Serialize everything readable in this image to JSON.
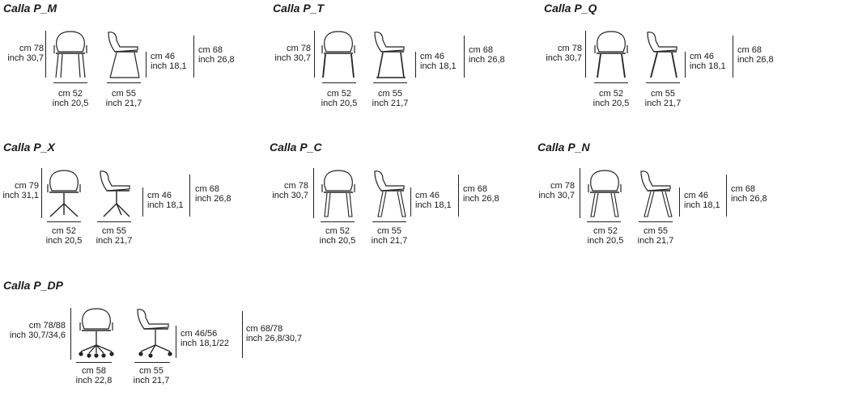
{
  "products": [
    {
      "name": "Calla P_M",
      "height": [
        "cm 78",
        "inch 30,7"
      ],
      "seat": [
        "cm 46",
        "inch 18,1"
      ],
      "arm": [
        "cm 68",
        "inch 26,8"
      ],
      "width": [
        "cm 52",
        "inch 20,5"
      ],
      "depth": [
        "cm 55",
        "inch 21,7"
      ],
      "base": "sled"
    },
    {
      "name": "Calla P_T",
      "height": [
        "cm 78",
        "inch 30,7"
      ],
      "seat": [
        "cm 46",
        "inch 18,1"
      ],
      "arm": [
        "cm 68",
        "inch 26,8"
      ],
      "width": [
        "cm 52",
        "inch 20,5"
      ],
      "depth": [
        "cm 55",
        "inch 21,7"
      ],
      "base": "sled"
    },
    {
      "name": "Calla P_Q",
      "height": [
        "cm 78",
        "inch 30,7"
      ],
      "seat": [
        "cm 46",
        "inch 18,1"
      ],
      "arm": [
        "cm 68",
        "inch 26,8"
      ],
      "width": [
        "cm 52",
        "inch 20,5"
      ],
      "depth": [
        "cm 55",
        "inch 21,7"
      ],
      "base": "legs"
    },
    {
      "name": "Calla P_X",
      "height": [
        "cm 79",
        "inch 31,1"
      ],
      "seat": [
        "cm 46",
        "inch 18,1"
      ],
      "arm": [
        "cm 68",
        "inch 26,8"
      ],
      "width": [
        "cm 52",
        "inch 20,5"
      ],
      "depth": [
        "cm 55",
        "inch 21,7"
      ],
      "base": "star"
    },
    {
      "name": "Calla P_C",
      "height": [
        "cm 78",
        "inch 30,7"
      ],
      "seat": [
        "cm 46",
        "inch 18,1"
      ],
      "arm": [
        "cm 68",
        "inch 26,8"
      ],
      "width": [
        "cm 52",
        "inch 20,5"
      ],
      "depth": [
        "cm 55",
        "inch 21,7"
      ],
      "base": "wood"
    },
    {
      "name": "Calla P_N",
      "height": [
        "cm 78",
        "inch 30,7"
      ],
      "seat": [
        "cm 46",
        "inch 18,1"
      ],
      "arm": [
        "cm 68",
        "inch 26,8"
      ],
      "width": [
        "cm 52",
        "inch 20,5"
      ],
      "depth": [
        "cm 55",
        "inch 21,7"
      ],
      "base": "wood"
    },
    {
      "name": "Calla P_DP",
      "height": [
        "cm 78/88",
        "inch 30,7/34,6"
      ],
      "seat": [
        "cm 46/56",
        "inch 18,1/22"
      ],
      "arm": [
        "cm 68/78",
        "inch 26,8/30,7"
      ],
      "width": [
        "cm 58",
        "inch 22,8"
      ],
      "depth": [
        "cm 55",
        "inch 21,7"
      ],
      "base": "swivel"
    }
  ]
}
